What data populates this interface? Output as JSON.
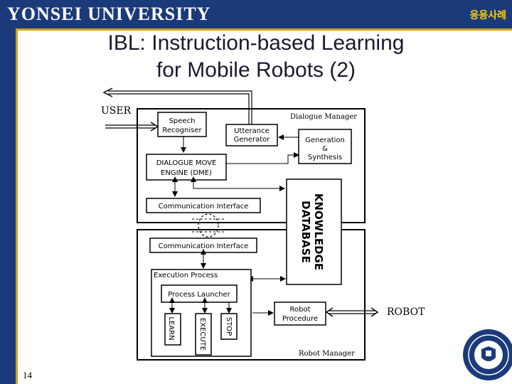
{
  "header": {
    "university": "YONSEI UNIVERSITY",
    "section": "응용사례"
  },
  "title": {
    "line1": "IBL: Instruction-based Learning",
    "line2": "for Mobile Robots (2)"
  },
  "page_number": "14",
  "diagram": {
    "user": "USER",
    "robot": "ROBOT",
    "dialogue_manager": "Dialogue Manager",
    "speech_recogniser": [
      "Speech",
      "Recogniser"
    ],
    "utterance_generator": [
      "Utterance",
      "Generator"
    ],
    "generation_synthesis": [
      "Generation",
      "&",
      "Synthesis"
    ],
    "dme": [
      "DIALOGUE  MOVE",
      "ENGINE   (DME)"
    ],
    "comm_interface_top": "Communication Interface",
    "comm_interface_bottom": "Communication Interface",
    "knowledge_database": [
      "KNOWLEDGE",
      "DATABASE"
    ],
    "execution_process": "Execution Process",
    "process_launcher": "Process Launcher",
    "learn": "LEARN",
    "execute": "EXECUTE",
    "stop": "STOP",
    "robot_procedure": [
      "Robot",
      "Procedure"
    ],
    "robot_manager": "Robot Manager"
  },
  "colors": {
    "header_bg": "#1b3a7a",
    "gold": "#d4a017",
    "section_label": "#ffd200"
  }
}
